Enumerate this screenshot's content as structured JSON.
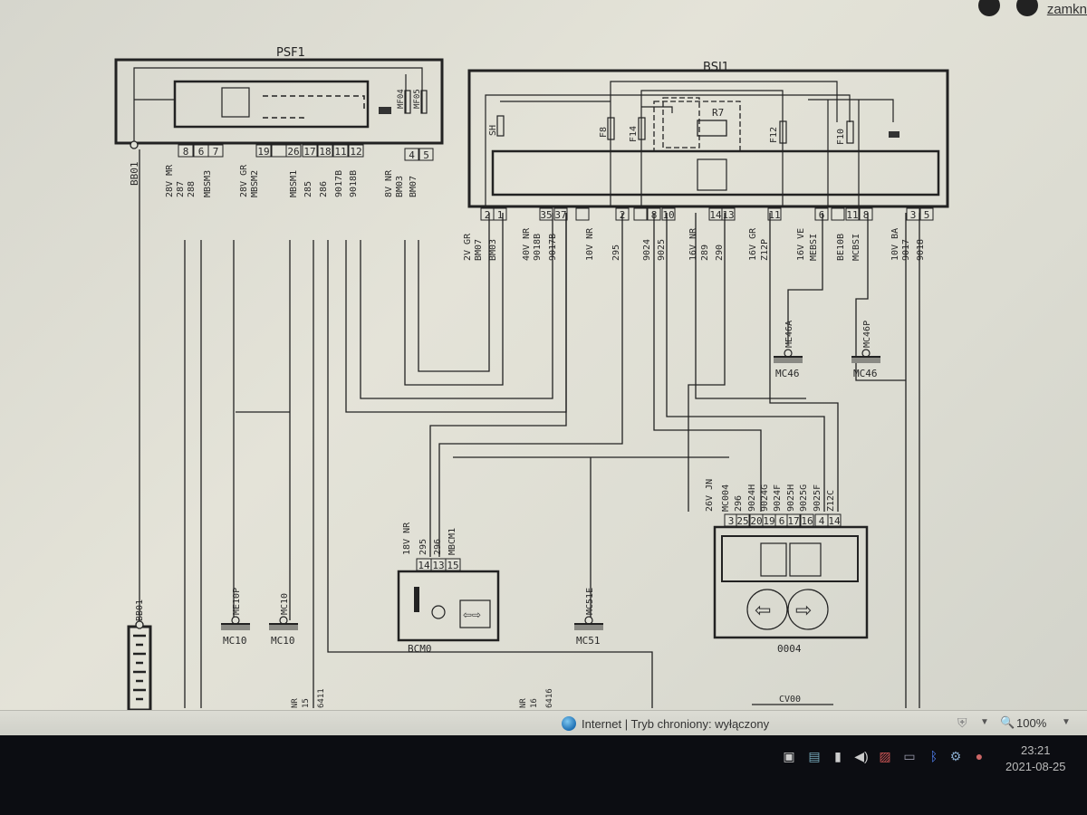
{
  "browser": {
    "top_link": "zamkn",
    "status_text": "Internet | Tryb chroniony: wyłączony",
    "zoom_level": "100%",
    "icons": [
      "globe-icon",
      "security-icon",
      "zoom-icon"
    ]
  },
  "taskbar": {
    "time": "23:21",
    "date": "2021-08-25",
    "tray_icons": [
      "network-center-icon",
      "network-icon",
      "battery-icon",
      "volume-icon",
      "connection-icon",
      "display-icon",
      "bluetooth-icon",
      "settings-gear-icon",
      "alert-icon"
    ]
  },
  "diagram": {
    "psf": {
      "title": "PSF1",
      "fuses": [
        "MF04",
        "MF05"
      ],
      "left_connector": "BB01",
      "pins_left": [
        "8",
        "6",
        "7"
      ],
      "pins_mid": [
        "19",
        "",
        "26",
        "17",
        "18",
        "11",
        "12"
      ],
      "pins_right": [
        "4",
        "5"
      ],
      "wires": [
        {
          "conn": "28V MR",
          "wire": "287"
        },
        {
          "conn": "",
          "wire": "288"
        },
        {
          "conn": "",
          "wire": "MBSM3"
        },
        {
          "conn": "28V GR",
          "wire": "MBSM2"
        },
        {
          "conn": "",
          "wire": "MBSM1"
        },
        {
          "conn": "",
          "wire": "285"
        },
        {
          "conn": "",
          "wire": "286"
        },
        {
          "conn": "",
          "wire": "9017B"
        },
        {
          "conn": "",
          "wire": "9018B"
        },
        {
          "conn": "8V NR",
          "wire": "BM03"
        },
        {
          "conn": "",
          "wire": "BM07"
        }
      ]
    },
    "bsi": {
      "title": "BSI1",
      "components": [
        "SH",
        "F8",
        "F14",
        "R7",
        "F12",
        "F10"
      ],
      "pins": [
        "2",
        "1",
        "35",
        "37",
        "",
        "2",
        "",
        "8",
        "10",
        "14",
        "13",
        "11",
        "6",
        "",
        "11",
        "8",
        "3",
        "5"
      ],
      "wires": [
        {
          "conn": "2V GR",
          "wire": "BM07"
        },
        {
          "conn": "",
          "wire": "BM03"
        },
        {
          "conn": "40V NR",
          "wire": "9018B"
        },
        {
          "conn": "",
          "wire": "9017B"
        },
        {
          "conn": "10V NR",
          "wire": ""
        },
        {
          "conn": "",
          "wire": "295"
        },
        {
          "conn": "",
          "wire": "9024"
        },
        {
          "conn": "",
          "wire": "9025"
        },
        {
          "conn": "16V NR",
          "wire": "289"
        },
        {
          "conn": "",
          "wire": "290"
        },
        {
          "conn": "16V GR",
          "wire": "Z12P"
        },
        {
          "conn": "16V VE",
          "wire": "MEBSI"
        },
        {
          "conn": "",
          "wire": "BE10B"
        },
        {
          "conn": "",
          "wire": "MCBSI"
        },
        {
          "conn": "10V BA",
          "wire": "9017"
        },
        {
          "conn": "",
          "wire": "9018"
        }
      ]
    },
    "grounds": [
      {
        "wire": "ME46A",
        "point": "MC46"
      },
      {
        "wire": "MC46P",
        "point": "MC46"
      },
      {
        "wire": "ME10P",
        "point": "MC10"
      },
      {
        "wire": "MC10",
        "point": "MC10"
      },
      {
        "wire": "MC51E",
        "point": "MC51"
      }
    ],
    "battery": {
      "label": "BB01"
    },
    "bcm": {
      "title": "BCM0",
      "conn": "18V NR",
      "wires": [
        "295",
        "296",
        "MBCM1"
      ],
      "pins": [
        "14",
        "13",
        "15"
      ]
    },
    "module_0004": {
      "title": "0004",
      "conn": "26V JN",
      "wires": [
        "MC004",
        "296",
        "9024H",
        "9024G",
        "9024F",
        "9025H",
        "9025G",
        "9025F",
        "Z12C"
      ],
      "pins": [
        "3",
        "25",
        "20",
        "19",
        "6",
        "17",
        "16",
        "4",
        "14"
      ]
    },
    "bottom_refs": [
      {
        "conn": "NR",
        "pin": "15",
        "wire": "6411"
      },
      {
        "conn": "NR",
        "pin": "16",
        "wire": "6416"
      }
    ],
    "sheet_ref": "CV00"
  }
}
